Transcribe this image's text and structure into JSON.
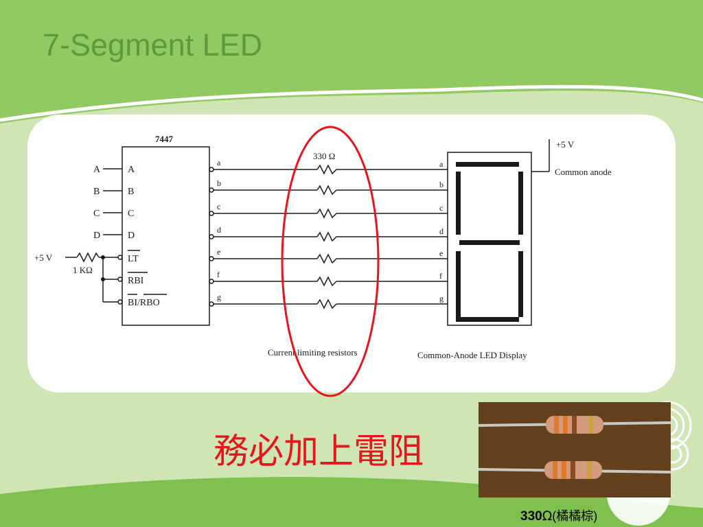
{
  "slide": {
    "title": "7-Segment LED",
    "note": "務必加上電阻",
    "caption": {
      "value": "330",
      "symbol": "Ω",
      "detail": "(橘橘棕)"
    }
  },
  "diagram": {
    "ic_label": "7447",
    "inputs": [
      "A",
      "B",
      "C",
      "D"
    ],
    "input_pins": [
      "A",
      "B",
      "C",
      "D"
    ],
    "control_pins": [
      "LT",
      "RBI",
      "BI/RBO"
    ],
    "outputs": [
      "a",
      "b",
      "c",
      "d",
      "e",
      "f",
      "g"
    ],
    "display_pins": [
      "a",
      "b",
      "c",
      "d",
      "e",
      "f",
      "g"
    ],
    "supply_left": "+5 V",
    "pullup": "1 KΩ",
    "resistor_value": "330 Ω",
    "supply_right": "+5 V",
    "common_anode": "Common anode",
    "resistors_caption": "Current limiting resistors",
    "display_caption": "Common-Anode LED Display"
  },
  "colors": {
    "background_green": "#91c963",
    "panel_light_green": "#cfe6b4",
    "title_green": "#5b9b3c",
    "highlight_red": "#e8141b",
    "resistor_body": "#cf8f6e",
    "photo_background": "#5a3b1a"
  }
}
